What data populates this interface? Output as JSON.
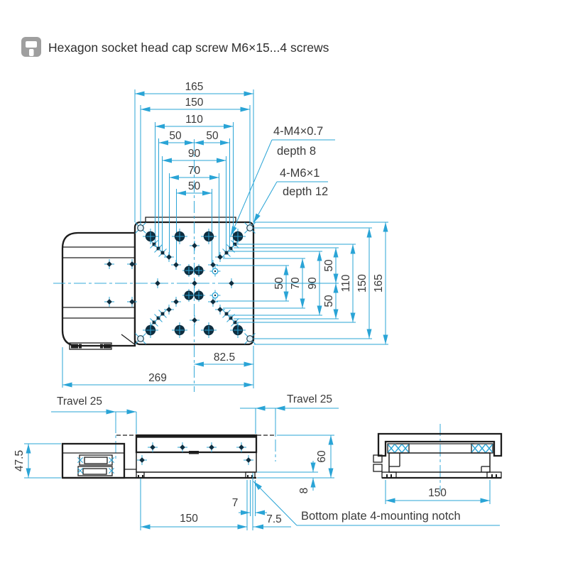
{
  "colors": {
    "accent": "#2aa4d6",
    "ink": "#1d1d1d",
    "hole_fill": "#0e2e40",
    "text": "#3a3a3a",
    "icon_bg": "#9f9f9f"
  },
  "header": {
    "icon": "screw-icon",
    "title": "Hexagon socket head cap screw M6×15...4 screws"
  },
  "top_view": {
    "dims_top": [
      "165",
      "150",
      "110",
      "50",
      "50",
      "90",
      "70",
      "50"
    ],
    "dims_right": [
      "50",
      "70",
      "90",
      "50",
      "50",
      "110",
      "150",
      "165"
    ],
    "dim_center_to_edge": "82.5",
    "dim_overall_width": "269",
    "thread_m4": "4-M4×0.7",
    "thread_m4_depth": "depth 8",
    "thread_m6": "4-M6×1",
    "thread_m6_depth": "depth 12"
  },
  "side_view": {
    "travel": "Travel 25",
    "height": "47.5",
    "mount_spacing": "150",
    "notch_width": "7",
    "notch_offset": "7.5"
  },
  "end_view": {
    "travel": "Travel 25",
    "height": "60",
    "base_height": "8",
    "mount_spacing": "150",
    "note": "Bottom plate 4-mounting notch"
  }
}
